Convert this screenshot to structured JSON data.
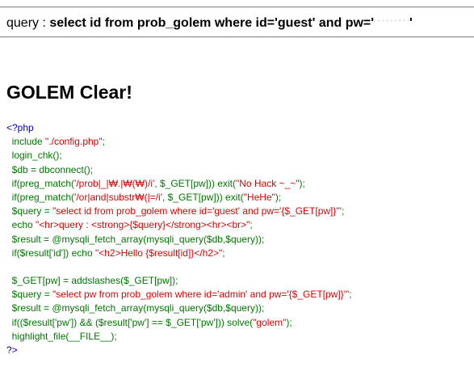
{
  "query_line": {
    "prefix": "query : ",
    "query": "select id from prob_golem where id='guest' and pw='",
    "masked_pw": "' ' ' ' ' ' ' ' '",
    "suffix": "'"
  },
  "heading": "GOLEM Clear!",
  "source_code": {
    "lines": [
      [
        {
          "t": "html",
          "v": "<?php"
        }
      ],
      [
        {
          "t": "plain",
          "v": "  include "
        },
        {
          "t": "str",
          "v": "\"./config.php\""
        },
        {
          "t": "plain",
          "v": ";"
        }
      ],
      [
        {
          "t": "plain",
          "v": "  login_chk();"
        }
      ],
      [
        {
          "t": "plain",
          "v": "  $db = dbconnect();"
        }
      ],
      [
        {
          "t": "plain",
          "v": "  if(preg_match("
        },
        {
          "t": "str",
          "v": "'/prob|_|₩.|₩(₩)/i'"
        },
        {
          "t": "plain",
          "v": ", $_GET[pw])) exit("
        },
        {
          "t": "str",
          "v": "\"No Hack ~_~\""
        },
        {
          "t": "plain",
          "v": ");"
        }
      ],
      [
        {
          "t": "plain",
          "v": "  if(preg_match("
        },
        {
          "t": "str",
          "v": "'/or|and|substr₩(|=/i'"
        },
        {
          "t": "plain",
          "v": ", $_GET[pw])) exit("
        },
        {
          "t": "str",
          "v": "\"HeHe\""
        },
        {
          "t": "plain",
          "v": ");"
        }
      ],
      [
        {
          "t": "plain",
          "v": "  $query = "
        },
        {
          "t": "str",
          "v": "\"select id from prob_golem where id='guest' and pw='{$_GET[pw]}'\""
        },
        {
          "t": "plain",
          "v": ";"
        }
      ],
      [
        {
          "t": "plain",
          "v": "  echo "
        },
        {
          "t": "str",
          "v": "\"<hr>query : <strong>{$query}</strong><hr><br>\""
        },
        {
          "t": "plain",
          "v": ";"
        }
      ],
      [
        {
          "t": "plain",
          "v": "  $result = @mysqli_fetch_array(mysqli_query($db,$query));"
        }
      ],
      [
        {
          "t": "plain",
          "v": "  if($result['id']) echo "
        },
        {
          "t": "str",
          "v": "\"<h2>Hello {$result[id]}</h2>\""
        },
        {
          "t": "plain",
          "v": ";"
        }
      ],
      [
        {
          "t": "plain",
          "v": ""
        }
      ],
      [
        {
          "t": "plain",
          "v": "  $_GET[pw] = addslashes($_GET[pw]);"
        }
      ],
      [
        {
          "t": "plain",
          "v": "  $query = "
        },
        {
          "t": "str",
          "v": "\"select pw from prob_golem where id='admin' and pw='{$_GET[pw]}'\""
        },
        {
          "t": "plain",
          "v": ";"
        }
      ],
      [
        {
          "t": "plain",
          "v": "  $result = @mysqli_fetch_array(mysqli_query($db,$query));"
        }
      ],
      [
        {
          "t": "plain",
          "v": "  if(($result['pw']) && ($result['pw'] == $_GET['pw'])) solve("
        },
        {
          "t": "str",
          "v": "\"golem\""
        },
        {
          "t": "plain",
          "v": ");"
        }
      ],
      [
        {
          "t": "plain",
          "v": "  highlight_file(__FILE__);"
        }
      ],
      [
        {
          "t": "html",
          "v": "?>"
        }
      ]
    ]
  },
  "colors": {
    "html_tag": "#0000bb",
    "code_plain": "#007700",
    "string": "#dd0000",
    "divider": "#8e8e8e"
  }
}
